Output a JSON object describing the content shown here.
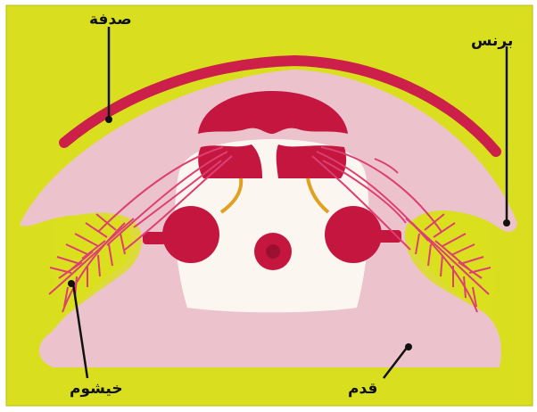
{
  "labels": {
    "shell": "صدفة",
    "mantle": "برنس",
    "gill": "خيشوم",
    "foot": "قدم"
  },
  "colors": {
    "background": "#d9df1e",
    "mantle": "#ecc2cc",
    "shell": "#cc1f4a",
    "organ": "#c4163e",
    "body_cavity": "#fbf6f0",
    "gill": "#de3f72",
    "pointer": "#111111"
  }
}
